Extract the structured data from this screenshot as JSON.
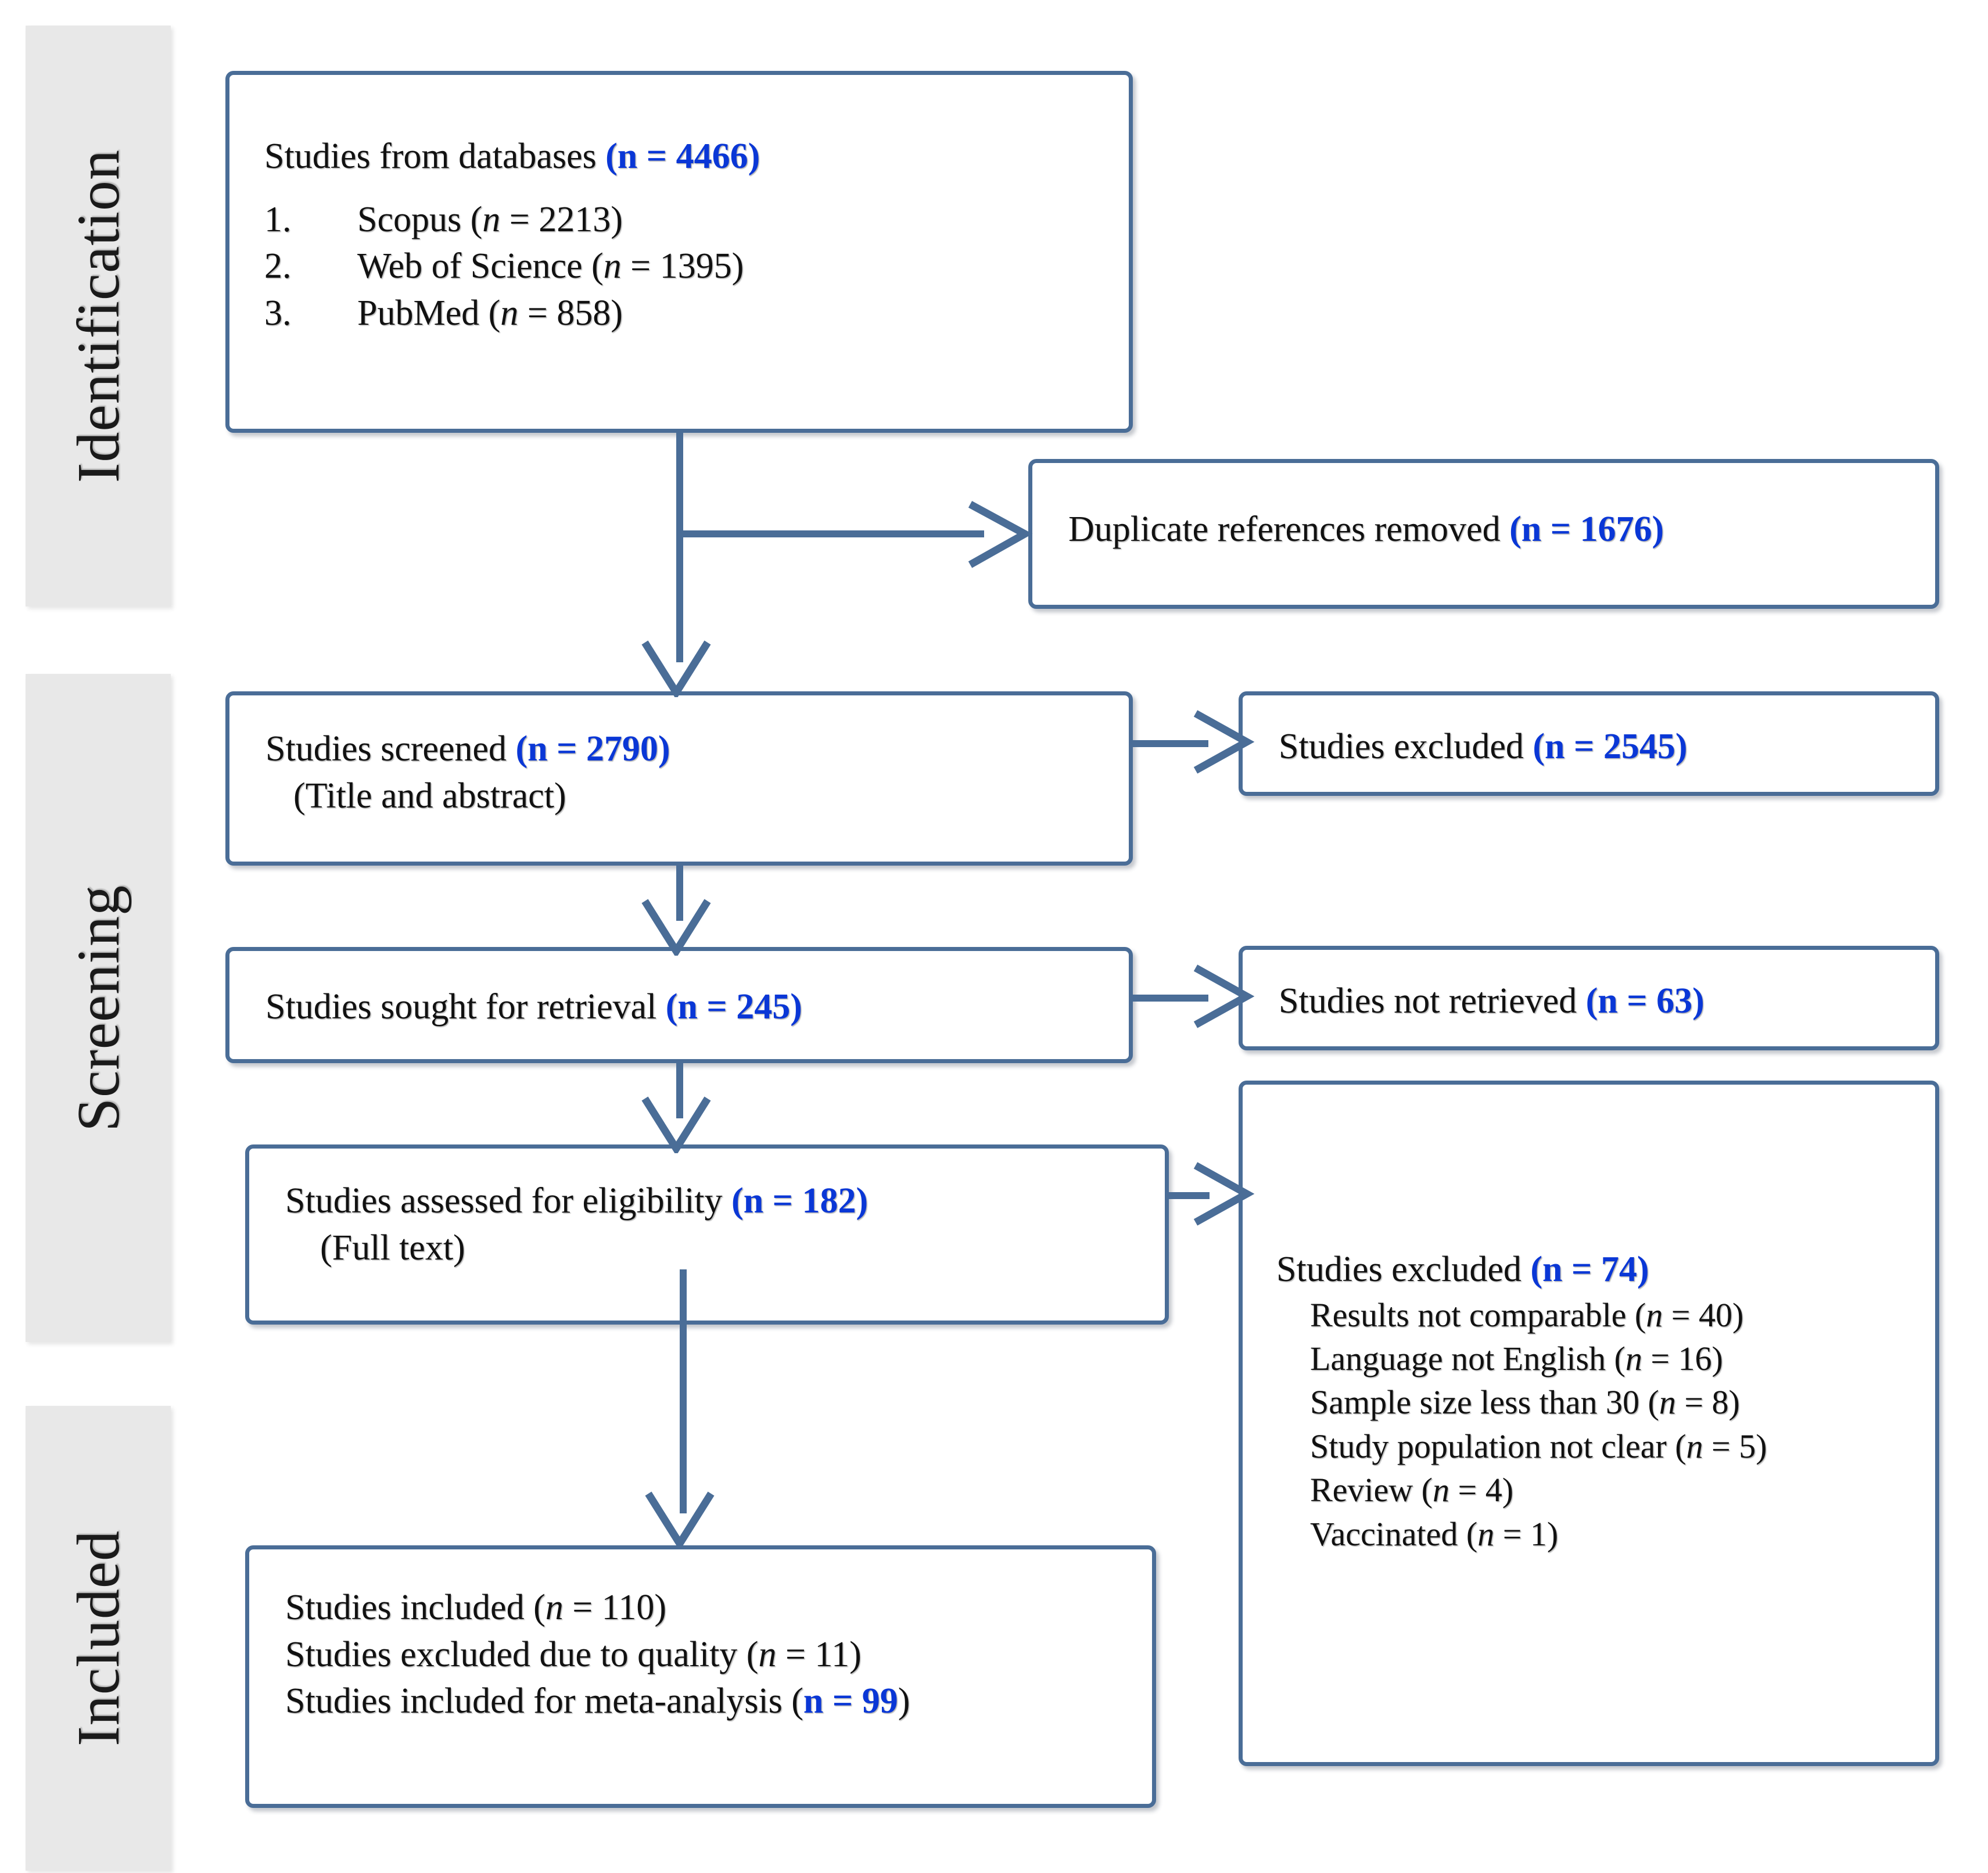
{
  "diagram": {
    "title": "PRISMA study selection flow diagram",
    "accent_color": "#4a6d97",
    "highlight_color": "#0a37d6",
    "phase_block_color": "#e8e8e8"
  },
  "phases": [
    {
      "label": "Identification"
    },
    {
      "label": "Screening"
    },
    {
      "label": "Included"
    }
  ],
  "boxes": {
    "databases": {
      "heading_text": "Studies from databases ",
      "heading_n": "(n = 4466)",
      "items": [
        {
          "index": "1.",
          "label": "Scopus (",
          "n_italic": "n",
          "n_value": " = 2213)"
        },
        {
          "index": "2.",
          "label": "Web of Science (",
          "n_italic": "n",
          "n_value": " = 1395)"
        },
        {
          "index": "3.",
          "label": "PubMed (",
          "n_italic": "n",
          "n_value": " = 858)"
        }
      ]
    },
    "duplicates": {
      "text": "Duplicate references removed ",
      "n": "(n = 1676)"
    },
    "screened": {
      "line1_text": "Studies screened ",
      "line1_n": "(n = 2790)",
      "line2": "(Title and abstract)"
    },
    "screened_excluded": {
      "text": "Studies excluded ",
      "n": "(n = 2545)"
    },
    "sought": {
      "text": "Studies sought for retrieval ",
      "n": "(n = 245)"
    },
    "not_retrieved": {
      "text": "Studies not retrieved ",
      "n": "(n = 63)"
    },
    "eligibility": {
      "line1_text": "Studies assessed for eligibility ",
      "line1_n": "(n = 182)",
      "line2": "(Full text)"
    },
    "excluded_full": {
      "heading_text": "Studies excluded ",
      "heading_n": "(n = 74)",
      "reasons": [
        {
          "label": "Results not comparable (",
          "n_italic": "n",
          "n_value": " = 40)"
        },
        {
          "label": "Language not English (",
          "n_italic": "n",
          "n_value": " = 16)"
        },
        {
          "label": "Sample size less than 30 (",
          "n_italic": "n",
          "n_value": " = 8)"
        },
        {
          "label": "Study population not clear (",
          "n_italic": "n",
          "n_value": " = 5)"
        },
        {
          "label": "Review (",
          "n_italic": "n",
          "n_value": " = 4)"
        },
        {
          "label": "Vaccinated (",
          "n_italic": "n",
          "n_value": " = 1)"
        }
      ]
    },
    "included": {
      "lines": [
        {
          "label": "Studies included (",
          "n_italic": "n",
          "n_value": " = 110)",
          "highlight": false
        },
        {
          "label": "Studies excluded due to quality (",
          "n_italic": "n",
          "n_value": " = 11)",
          "highlight": false
        },
        {
          "label": "Studies included for meta-analysis (",
          "n_italic": "n",
          "n_value": " = 99",
          "tail": ")",
          "highlight": true
        }
      ]
    }
  },
  "chart_data": {
    "type": "flowchart",
    "title": "PRISMA flow diagram",
    "nodes": [
      {
        "id": "databases",
        "phase": "Identification",
        "label": "Studies from databases",
        "n": 4466,
        "breakdown": [
          {
            "source": "Scopus",
            "n": 2213
          },
          {
            "source": "Web of Science",
            "n": 1395
          },
          {
            "source": "PubMed",
            "n": 858
          }
        ]
      },
      {
        "id": "duplicates",
        "phase": "Identification",
        "label": "Duplicate references removed",
        "n": 1676
      },
      {
        "id": "screened",
        "phase": "Screening",
        "label": "Studies screened (Title and abstract)",
        "n": 2790
      },
      {
        "id": "screened_excluded",
        "phase": "Screening",
        "label": "Studies excluded",
        "n": 2545
      },
      {
        "id": "sought",
        "phase": "Screening",
        "label": "Studies sought for retrieval",
        "n": 245
      },
      {
        "id": "not_retrieved",
        "phase": "Screening",
        "label": "Studies not retrieved",
        "n": 63
      },
      {
        "id": "eligibility",
        "phase": "Screening",
        "label": "Studies assessed for eligibility (Full text)",
        "n": 182
      },
      {
        "id": "excluded_full",
        "phase": "Screening",
        "label": "Studies excluded",
        "n": 74,
        "breakdown": [
          {
            "reason": "Results not comparable",
            "n": 40
          },
          {
            "reason": "Language not English",
            "n": 16
          },
          {
            "reason": "Sample size less than 30",
            "n": 8
          },
          {
            "reason": "Study population not clear",
            "n": 5
          },
          {
            "reason": "Review",
            "n": 4
          },
          {
            "reason": "Vaccinated",
            "n": 1
          }
        ]
      },
      {
        "id": "included",
        "phase": "Included",
        "label": "Studies included",
        "n": 110,
        "breakdown": [
          {
            "reason": "Studies excluded due to quality",
            "n": 11
          },
          {
            "reason": "Studies included for meta-analysis",
            "n": 99
          }
        ]
      }
    ],
    "edges": [
      {
        "from": "databases",
        "to": "duplicates"
      },
      {
        "from": "databases",
        "to": "screened"
      },
      {
        "from": "screened",
        "to": "screened_excluded"
      },
      {
        "from": "screened",
        "to": "sought"
      },
      {
        "from": "sought",
        "to": "not_retrieved"
      },
      {
        "from": "sought",
        "to": "eligibility"
      },
      {
        "from": "eligibility",
        "to": "excluded_full"
      },
      {
        "from": "eligibility",
        "to": "included"
      }
    ]
  }
}
